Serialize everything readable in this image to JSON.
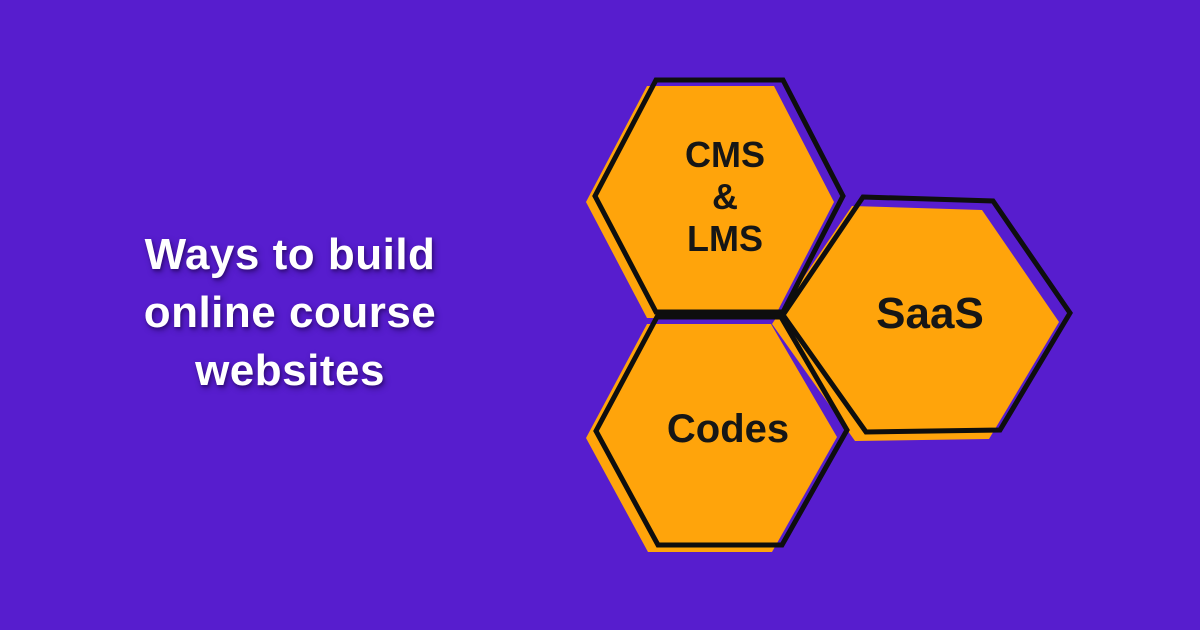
{
  "title": {
    "lines": [
      "Ways to build",
      "online course",
      "websites"
    ]
  },
  "hexagons": {
    "cms_lms": {
      "lines": [
        "CMS",
        "&",
        "LMS"
      ]
    },
    "saas": {
      "label": "SaaS"
    },
    "codes": {
      "label": "Codes"
    }
  },
  "colors": {
    "background": "#571DCE",
    "hexagon_fill": "#FFA40B",
    "hexagon_outline": "#0E0E0E",
    "title_text": "#FFFFFF",
    "label_text": "#161616"
  }
}
